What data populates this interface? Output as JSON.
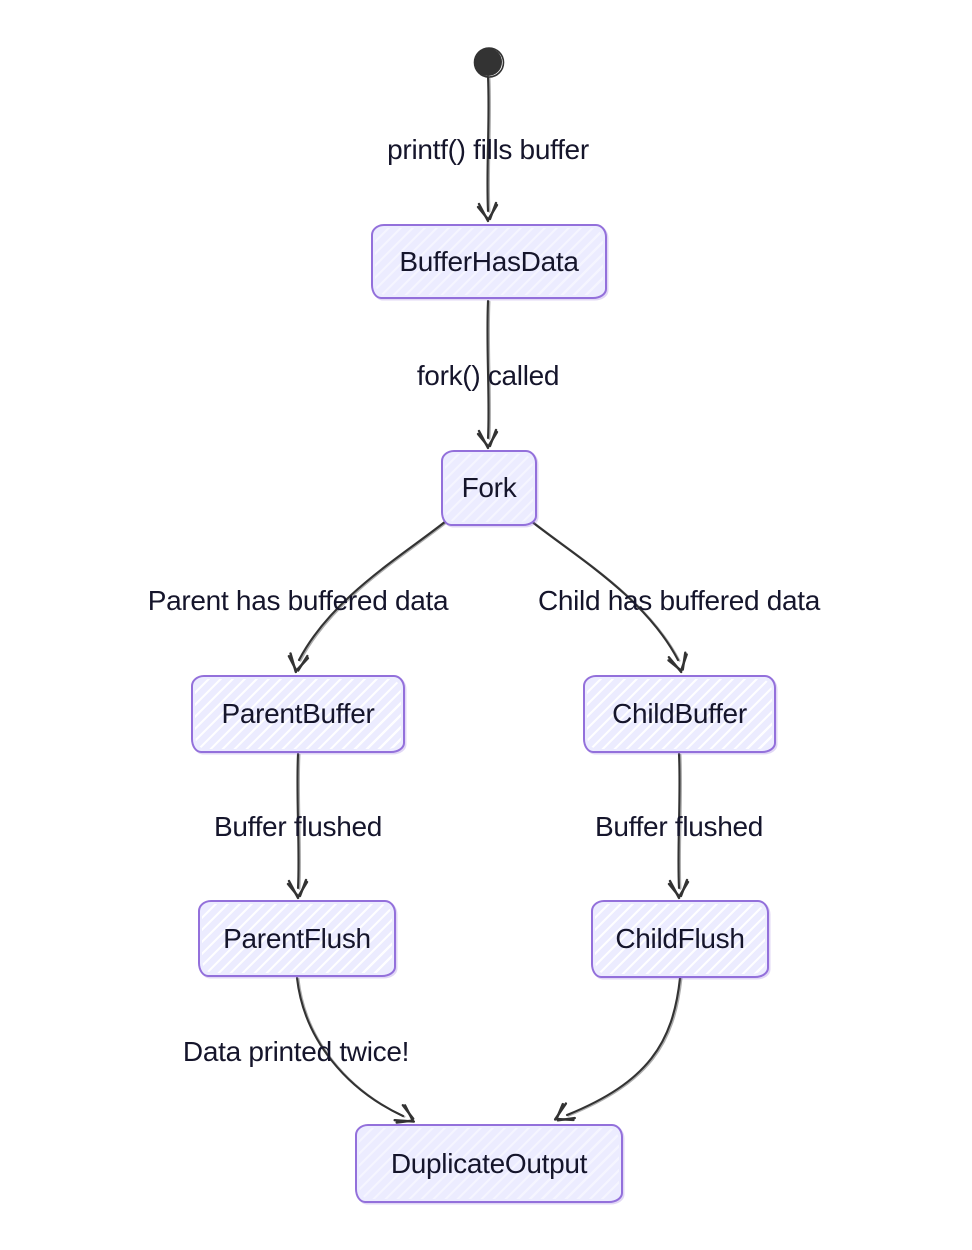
{
  "diagram": {
    "kind": "state-diagram",
    "background": "#ffffff",
    "colors": {
      "node_fill": "#ececff",
      "node_border": "#9370db",
      "edge_line": "#333333",
      "text": "#15152b",
      "initial_dot": "#333333"
    },
    "nodes": [
      {
        "id": "start",
        "type": "initial",
        "label": ""
      },
      {
        "id": "BufferHasData",
        "label": "BufferHasData"
      },
      {
        "id": "Fork",
        "label": "Fork"
      },
      {
        "id": "ParentBuffer",
        "label": "ParentBuffer"
      },
      {
        "id": "ChildBuffer",
        "label": "ChildBuffer"
      },
      {
        "id": "ParentFlush",
        "label": "ParentFlush"
      },
      {
        "id": "ChildFlush",
        "label": "ChildFlush"
      },
      {
        "id": "DuplicateOutput",
        "label": "DuplicateOutput"
      }
    ],
    "edges": [
      {
        "from": "start",
        "to": "BufferHasData",
        "label": "printf() fills buffer"
      },
      {
        "from": "BufferHasData",
        "to": "Fork",
        "label": "fork() called"
      },
      {
        "from": "Fork",
        "to": "ParentBuffer",
        "label": "Parent has buffered data"
      },
      {
        "from": "Fork",
        "to": "ChildBuffer",
        "label": "Child has buffered data"
      },
      {
        "from": "ParentBuffer",
        "to": "ParentFlush",
        "label": "Buffer flushed"
      },
      {
        "from": "ChildBuffer",
        "to": "ChildFlush",
        "label": "Buffer flushed"
      },
      {
        "from": "ParentFlush",
        "to": "DuplicateOutput",
        "label": "Data printed twice!"
      },
      {
        "from": "ChildFlush",
        "to": "DuplicateOutput",
        "label": ""
      }
    ]
  }
}
